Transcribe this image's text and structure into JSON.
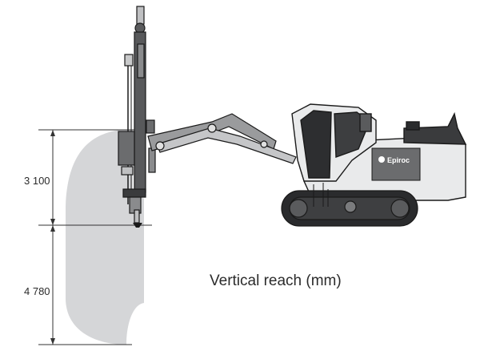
{
  "dimensions": {
    "upper_reach": "3 100",
    "lower_reach": "4 780"
  },
  "caption": "Vertical reach (mm)",
  "brand_label": "Epiroc",
  "colors": {
    "reach_envelope": "#d5d6d8",
    "machine_body": "#e9eaeb",
    "machine_dark": "#4a4b4d",
    "machine_outline": "#1a1a1a",
    "dimension_lines": "#333333",
    "brand_panel": "#6b6c6e"
  }
}
